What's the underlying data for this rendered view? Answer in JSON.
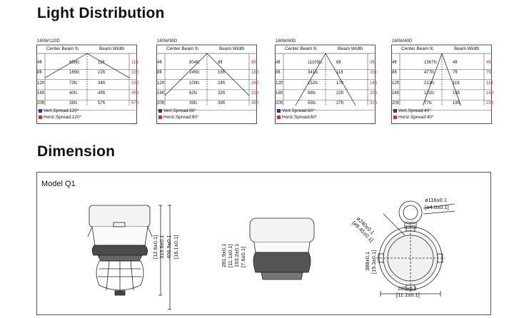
{
  "sections": {
    "light_distribution": "Light Distribution",
    "dimension": "Dimension"
  },
  "charts": [
    {
      "model": "160W/120D",
      "h_center": "Center Beam fc",
      "h_width": "Beam Width",
      "rows": [
        [
          "4ft",
          "658fc",
          "11ft",
          "11ft"
        ],
        [
          "8ft",
          "165fc",
          "22ft",
          "22ft"
        ],
        [
          "12ft",
          "73fc",
          "34ft",
          "33ft"
        ],
        [
          "16ft",
          "40fc",
          "45ft",
          "45ft"
        ],
        [
          "20ft",
          "26fc",
          "57ft",
          "57ft"
        ]
      ],
      "legend_vert": "Vert.Spread:120°",
      "legend_horiz": "Horiz.Spread:120°",
      "spread": 120
    },
    {
      "model": "160W/90D",
      "h_center": "Center Beam fc",
      "h_width": "Beam Width",
      "rows": [
        [
          "4ft",
          "804fc",
          "8ft",
          "8ft"
        ],
        [
          "8ft",
          "245fc",
          "15ft",
          "16ft"
        ],
        [
          "12ft",
          "109fc",
          "24ft",
          "26ft"
        ],
        [
          "16ft",
          "62fc",
          "32ft",
          "33ft"
        ],
        [
          "20ft",
          "39fc",
          "39ft",
          "45ft"
        ]
      ],
      "legend_vert": "Vert.Spread:90°",
      "legend_horiz": "Horiz.Spread:90°",
      "spread": 90
    },
    {
      "model": "160W/60D",
      "h_center": "Center Beam fc",
      "h_width": "Beam Width",
      "rows": [
        [
          "4ft",
          "11105fc",
          "6ft",
          "3ft"
        ],
        [
          "8ft",
          "341fc",
          "11ft",
          "11ft"
        ],
        [
          "12ft",
          "152fc",
          "17ft",
          "14ft"
        ],
        [
          "16ft",
          "86fc",
          "22ft",
          "23ft"
        ],
        [
          "20ft",
          "55fc",
          "27ft",
          "31ft"
        ]
      ],
      "legend_vert": "Vert.Spread:60°",
      "legend_horiz": "Horiz.Spread:60°",
      "spread": 60
    },
    {
      "model": "160W/40D",
      "h_center": "Center Beam fc",
      "h_width": "Beam Width",
      "rows": [
        [
          "4ft",
          "1567fc",
          "4ft",
          "4ft"
        ],
        [
          "8ft",
          "477fc",
          "7ft",
          "7ft"
        ],
        [
          "12ft",
          "213fc",
          "11ft",
          "11ft"
        ],
        [
          "16ft",
          "121fc",
          "15ft",
          "16ft"
        ],
        [
          "20ft",
          "77fc",
          "19ft",
          "23ft"
        ]
      ],
      "legend_vert": "Vert.Spread:40°",
      "legend_horiz": "Horiz.Spread:40°",
      "spread": 40
    }
  ],
  "legend_colors": {
    "vert": "#2b3a8f",
    "horiz": "#d32f2f"
  },
  "dimension": {
    "model": "Model Q1",
    "front": {
      "h1": "319.8±0.1",
      "h1_in": "[12.6±0.1]",
      "h2": "406.9±0.1",
      "h2_in": "[16.1±0.1]"
    },
    "side": {
      "h1": "281.9±0.1",
      "h1_in": "[11.1±0.1]",
      "h2": "193.2±0.1",
      "h2_in": "[7.6±0.1]"
    },
    "top": {
      "d1": "ø116±0.1",
      "d1_in": "[ø4.6±0.1]",
      "d2": "ø240±0.1",
      "d2_in": "[ø9.45±0.1]",
      "h": "388±0.1",
      "h_in": "[15.3±0.1]",
      "w": "280±0.1",
      "w_in": "[11.1±0.1]"
    }
  }
}
